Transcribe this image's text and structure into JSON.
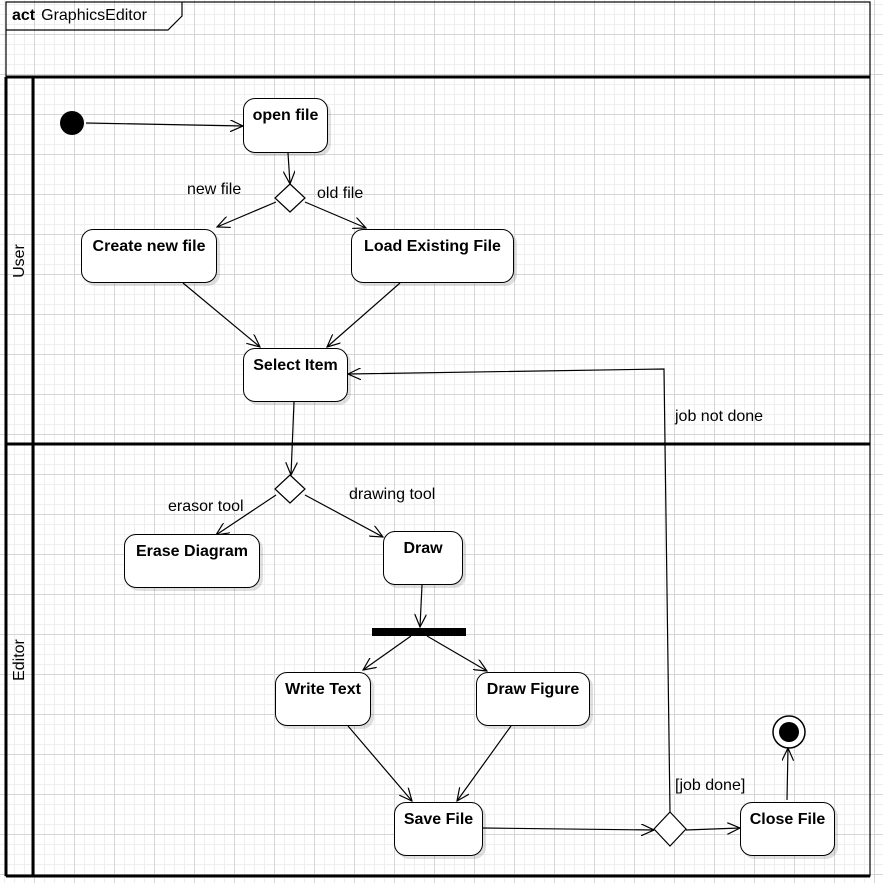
{
  "frame": {
    "keyword": "act",
    "name": "GraphicsEditor"
  },
  "lanes": {
    "user": "User",
    "editor": "Editor"
  },
  "nodes": {
    "open_file": "open file",
    "create_new_file": "Create new file",
    "load_existing_file": "Load Existing File",
    "select_item": "Select Item",
    "erase_diagram": "Erase Diagram",
    "draw": "Draw",
    "write_text": "Write Text",
    "draw_figure": "Draw Figure",
    "save_file": "Save File",
    "close_file": "Close File"
  },
  "edge_labels": {
    "new_file": "new file",
    "old_file": "old file",
    "eraser_tool": "erasor tool",
    "drawing_tool": "drawing tool",
    "job_not_done": "job not done",
    "job_done": "[job done]"
  },
  "colors": {
    "line": "#000000",
    "marker": "#ff0000"
  }
}
